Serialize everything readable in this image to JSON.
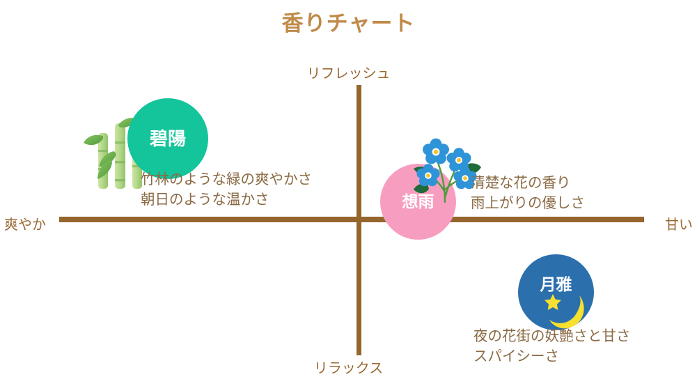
{
  "chart": {
    "title": "香りチャート",
    "axes": {
      "top_label": "リフレッシュ",
      "bottom_label": "リラックス",
      "left_label": "爽やか",
      "right_label": "甘い",
      "axis_color": "#95652e"
    },
    "title_color": "#c08a49"
  },
  "chart_data": {
    "type": "scatter",
    "title": "香りチャート",
    "xlabel": "爽やか ↔ 甘い",
    "ylabel": "リラックス ↔ リフレッシュ",
    "x_axis_labels": [
      "爽やか",
      "甘い"
    ],
    "y_axis_labels": [
      "リラックス",
      "リフレッシュ"
    ],
    "xlim": [
      -1,
      1
    ],
    "ylim": [
      -1,
      1
    ],
    "grid": false,
    "legend": "none",
    "points": [
      {
        "name": "碧陽",
        "x": -0.44,
        "y": 0.46,
        "color": "#14c49a",
        "icon": "bamboo-icon",
        "description_line1": "竹林のような緑の爽やかさ",
        "description_line2": "朝日のような温かさ"
      },
      {
        "name": "想雨",
        "x": 0.18,
        "y": 0.0,
        "color": "#f79ec0",
        "icon": "forget-me-not-flower-icon",
        "description_line1": "清楚な花の香り",
        "description_line2": "雨上がりの優しさ"
      },
      {
        "name": "月雅",
        "x": 0.7,
        "y": -0.53,
        "color": "#2c6fad",
        "icon": "crescent-moon-star-icon",
        "description_line1": "夜の花街の妖艶さと甘さ",
        "description_line2": "スパイシーさ"
      }
    ]
  },
  "nodes": {
    "hekiyou": {
      "label": "碧陽",
      "desc1": "竹林のような緑の爽やかさ",
      "desc2": "朝日のような温かさ"
    },
    "souu": {
      "label": "想雨",
      "desc1": "清楚な花の香り",
      "desc2": "雨上がりの優しさ"
    },
    "getsuga": {
      "label": "月雅",
      "desc1": "夜の花街の妖艶さと甘さ",
      "desc2": "スパイシーさ"
    }
  }
}
